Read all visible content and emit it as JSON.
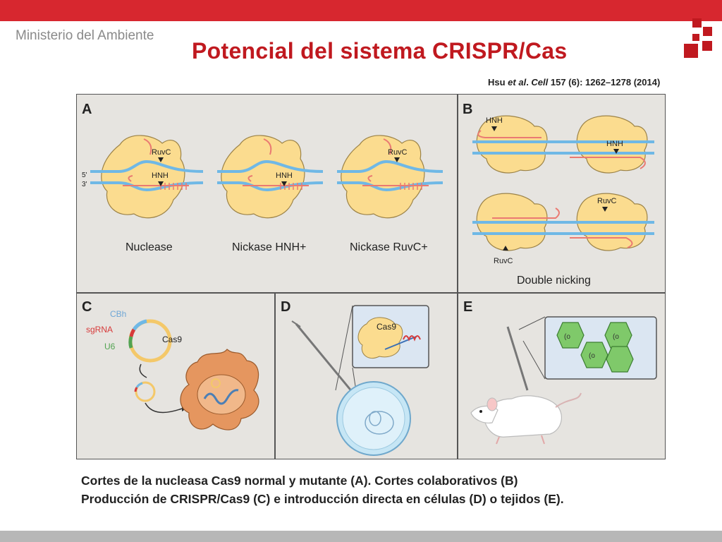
{
  "header": {
    "ministry": "Ministerio del Ambiente",
    "title": "Potencial del sistema CRISPR/Cas",
    "citation": {
      "authors": "Hsu ",
      "etal": "et al",
      "dot": ". ",
      "journal": "Cell",
      "ref": " 157 (6): 1262–1278 (2014)"
    }
  },
  "figure": {
    "panel_a": {
      "letter": "A",
      "strand5": "5'",
      "strand3": "3'",
      "site_ruvc": "RuvC",
      "site_hnh": "HNH",
      "label_nuclease": "Nuclease",
      "label_nickase_hnh": "Nickase HNH+",
      "label_nickase_ruvc": "Nickase RuvC+"
    },
    "panel_b": {
      "letter": "B",
      "site_hnh": "HNH",
      "site_ruvc": "RuvC",
      "label": "Double nicking"
    },
    "panel_c": {
      "letter": "C",
      "cbh": "CBh",
      "sgrna": "sgRNA",
      "u6": "U6",
      "cas9": "Cas9"
    },
    "panel_d": {
      "letter": "D",
      "cas9": "Cas9"
    },
    "panel_e": {
      "letter": "E"
    }
  },
  "caption": {
    "line1": "Cortes de la nucleasa Cas9 normal y mutante (A). Cortes colaborativos (B)",
    "line2": "Producción de CRISPR/Cas9 (C) e introducción directa en células (D) o tejidos (E)."
  },
  "colors": {
    "title_red": "#c0191f",
    "top_bar": "#d7272f",
    "panel_bg": "#e6e4e0",
    "protein": "#fbdc8f",
    "dna": "#6fb8e6",
    "rna": "#ea7a72"
  }
}
